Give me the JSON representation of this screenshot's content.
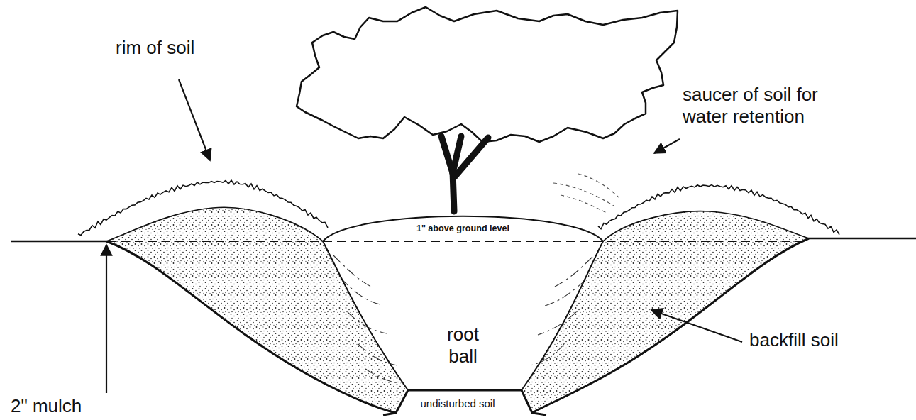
{
  "diagram": {
    "nodes": [
      {
        "text": [
          "1\" above ground level",
          "root ball"
        ]
      }
    ],
    "labels": [
      "rim of soil",
      "saucer of soil for water retention",
      "2\" mulch",
      "backfill soil",
      "undisturbed soil"
    ]
  }
}
